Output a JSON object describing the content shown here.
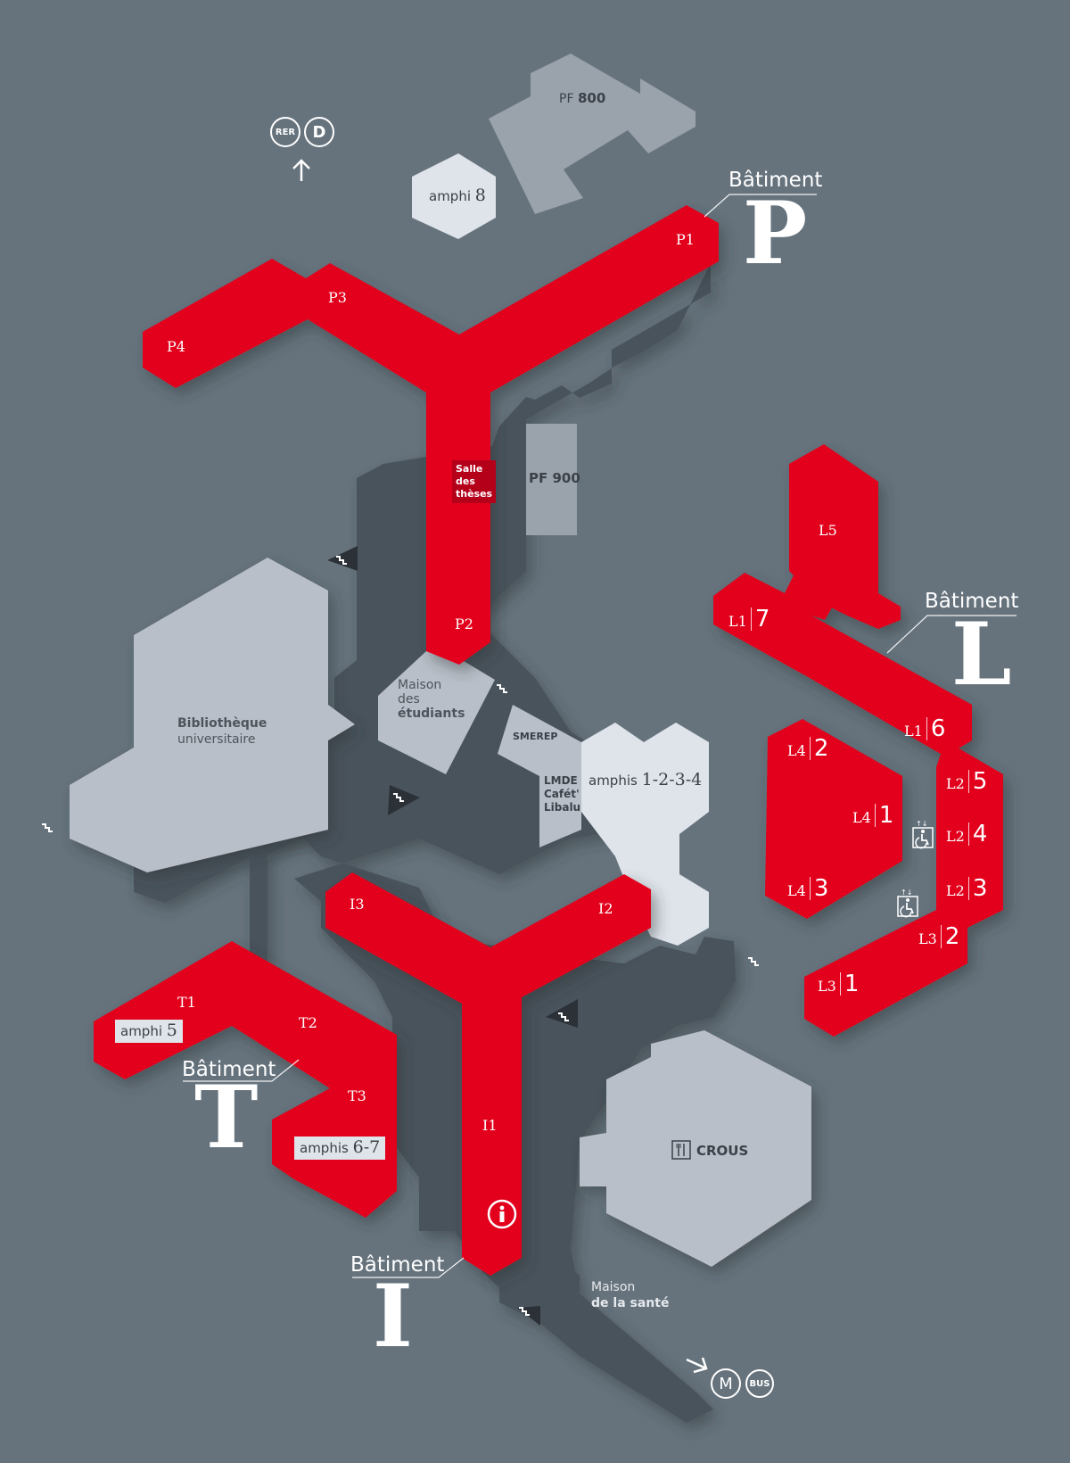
{
  "colors": {
    "background": "#66737d",
    "building": "#e2001a",
    "walkway": "#4a535b",
    "light": "#b9bfc8",
    "lighter": "#dfe4ea",
    "mid": "#9aa2ab"
  },
  "buildings": {
    "P": {
      "caption": "Bâtiment",
      "letter": "P",
      "wings": [
        "P1",
        "P2",
        "P3",
        "P4"
      ]
    },
    "L": {
      "caption": "Bâtiment",
      "letter": "L"
    },
    "T": {
      "caption": "Bâtiment",
      "letter": "T",
      "wings": [
        "T1",
        "T2",
        "T3"
      ]
    },
    "I": {
      "caption": "Bâtiment",
      "letter": "I",
      "wings": [
        "I1",
        "I2",
        "I3"
      ]
    }
  },
  "rooms": {
    "amphi8": {
      "word": "amphi",
      "num": "8"
    },
    "amphi5": {
      "word": "amphi",
      "num": "5"
    },
    "amphis67": {
      "word": "amphis",
      "num": "6-7"
    },
    "amphis1234": {
      "word": "amphis",
      "num": "1-2-3-4"
    },
    "pf800": {
      "word": "PF",
      "num": "800"
    },
    "pf900": "PF 900",
    "salle": [
      "Salle",
      "des",
      "thèses"
    ],
    "library": [
      "Bibliothèque",
      "universitaire"
    ],
    "maison_etudiants": [
      "Maison",
      "des",
      "étudiants"
    ],
    "smerep": "SMEREP",
    "lmde": [
      "LMDE",
      "Cafét'",
      "Libalu"
    ],
    "crous": "CROUS",
    "maison_sante": [
      "Maison",
      "de la santé"
    ]
  },
  "L_wings": [
    {
      "id": "L5",
      "sub": "L5",
      "num": ""
    },
    {
      "id": "L1-7",
      "sub": "L1",
      "num": "7"
    },
    {
      "id": "L1-6",
      "sub": "L1",
      "num": "6"
    },
    {
      "id": "L4-2",
      "sub": "L4",
      "num": "2"
    },
    {
      "id": "L4-1",
      "sub": "L4",
      "num": "1"
    },
    {
      "id": "L4-3",
      "sub": "L4",
      "num": "3"
    },
    {
      "id": "L2-5",
      "sub": "L2",
      "num": "5"
    },
    {
      "id": "L2-4",
      "sub": "L2",
      "num": "4"
    },
    {
      "id": "L2-3",
      "sub": "L2",
      "num": "3"
    },
    {
      "id": "L3-2",
      "sub": "L3",
      "num": "2"
    },
    {
      "id": "L3-1",
      "sub": "L3",
      "num": "1"
    }
  ],
  "transport": {
    "rer": "RER",
    "rer_line": "D",
    "metro": "M",
    "bus": "BUS"
  },
  "icons": [
    "stairs-icon",
    "wheelchair-icon",
    "info-icon",
    "restaurant-icon",
    "arrow-up-icon",
    "arrow-right-icon"
  ]
}
